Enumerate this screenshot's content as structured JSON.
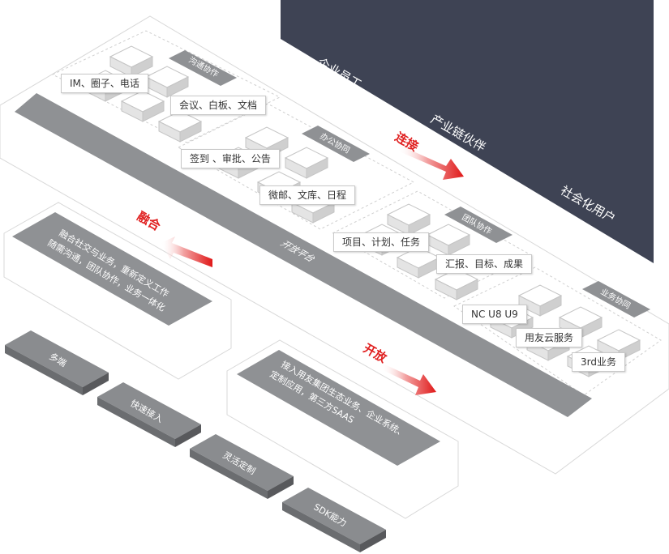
{
  "user_panel": {
    "items": [
      "企业员工",
      "产业链伙伴",
      "社会化用户"
    ]
  },
  "arrows": {
    "connect": "连接",
    "fuse": "融合",
    "open": "开放"
  },
  "platform_bar": "开放平台",
  "groups": {
    "communication": {
      "tag": "沟通协作",
      "labels": [
        "IM、圈子、电话",
        "会议、白板、文档"
      ]
    },
    "office": {
      "tag": "办公协同",
      "labels": [
        "签到 、审批、公告",
        "微邮、文库、日程"
      ]
    },
    "team": {
      "tag": "团队协作",
      "labels": [
        "项目、计划、任务",
        "汇报、目标、成果"
      ]
    },
    "business": {
      "tag": "业务协同",
      "labels": [
        "NC  U8  U9",
        "用友云服务",
        "3rd业务"
      ]
    }
  },
  "fuse_panel": {
    "line1": "融合社交与业务，重新定义工作",
    "line2": "随需沟通，团队协作，业务一体化"
  },
  "open_panel": {
    "line1": "接入用友集团生态业务、企业系统、",
    "line2": "定制应用，第三方SAAS"
  },
  "capability_blocks": [
    "多端",
    "快速接入",
    "灵活定制",
    "SDK能力"
  ],
  "colors": {
    "dark_panel": "#3e4354",
    "gray_bar": "#8f9194",
    "accent_red": "#e02020",
    "block_top": "#8a8c8f",
    "block_side": "#6b6d70"
  }
}
